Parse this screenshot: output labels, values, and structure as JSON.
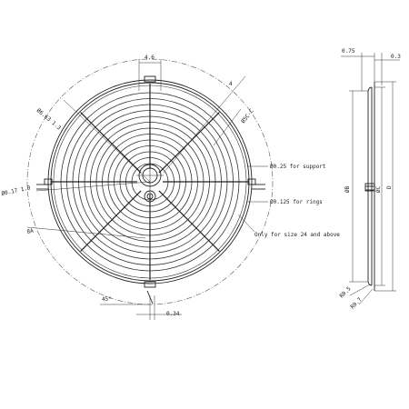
{
  "front_view": {
    "dim_top_width": "4.6",
    "dim_outer_ring": "Ø6.63 1.3",
    "dim_frame_ring": "Ø0.17 1.0",
    "dim_small_top": "4",
    "dim_mid_ring": "Ø5C-C",
    "dim_support": "Ø0.25 for support",
    "dim_rings": "Ø0.125 for rings",
    "note": "Only for size 24 and above",
    "dim_left": "8A",
    "dim_angle": "45°",
    "dim_bottom": "0.34"
  },
  "side_view": {
    "dim_top_left": "0.75",
    "dim_top_right": "0.3",
    "dim_phi_b": "ØB",
    "dim_phi_c": "ØC",
    "dim_d": "D",
    "dim_r1": "R0.5",
    "dim_r2": "R0.7"
  }
}
